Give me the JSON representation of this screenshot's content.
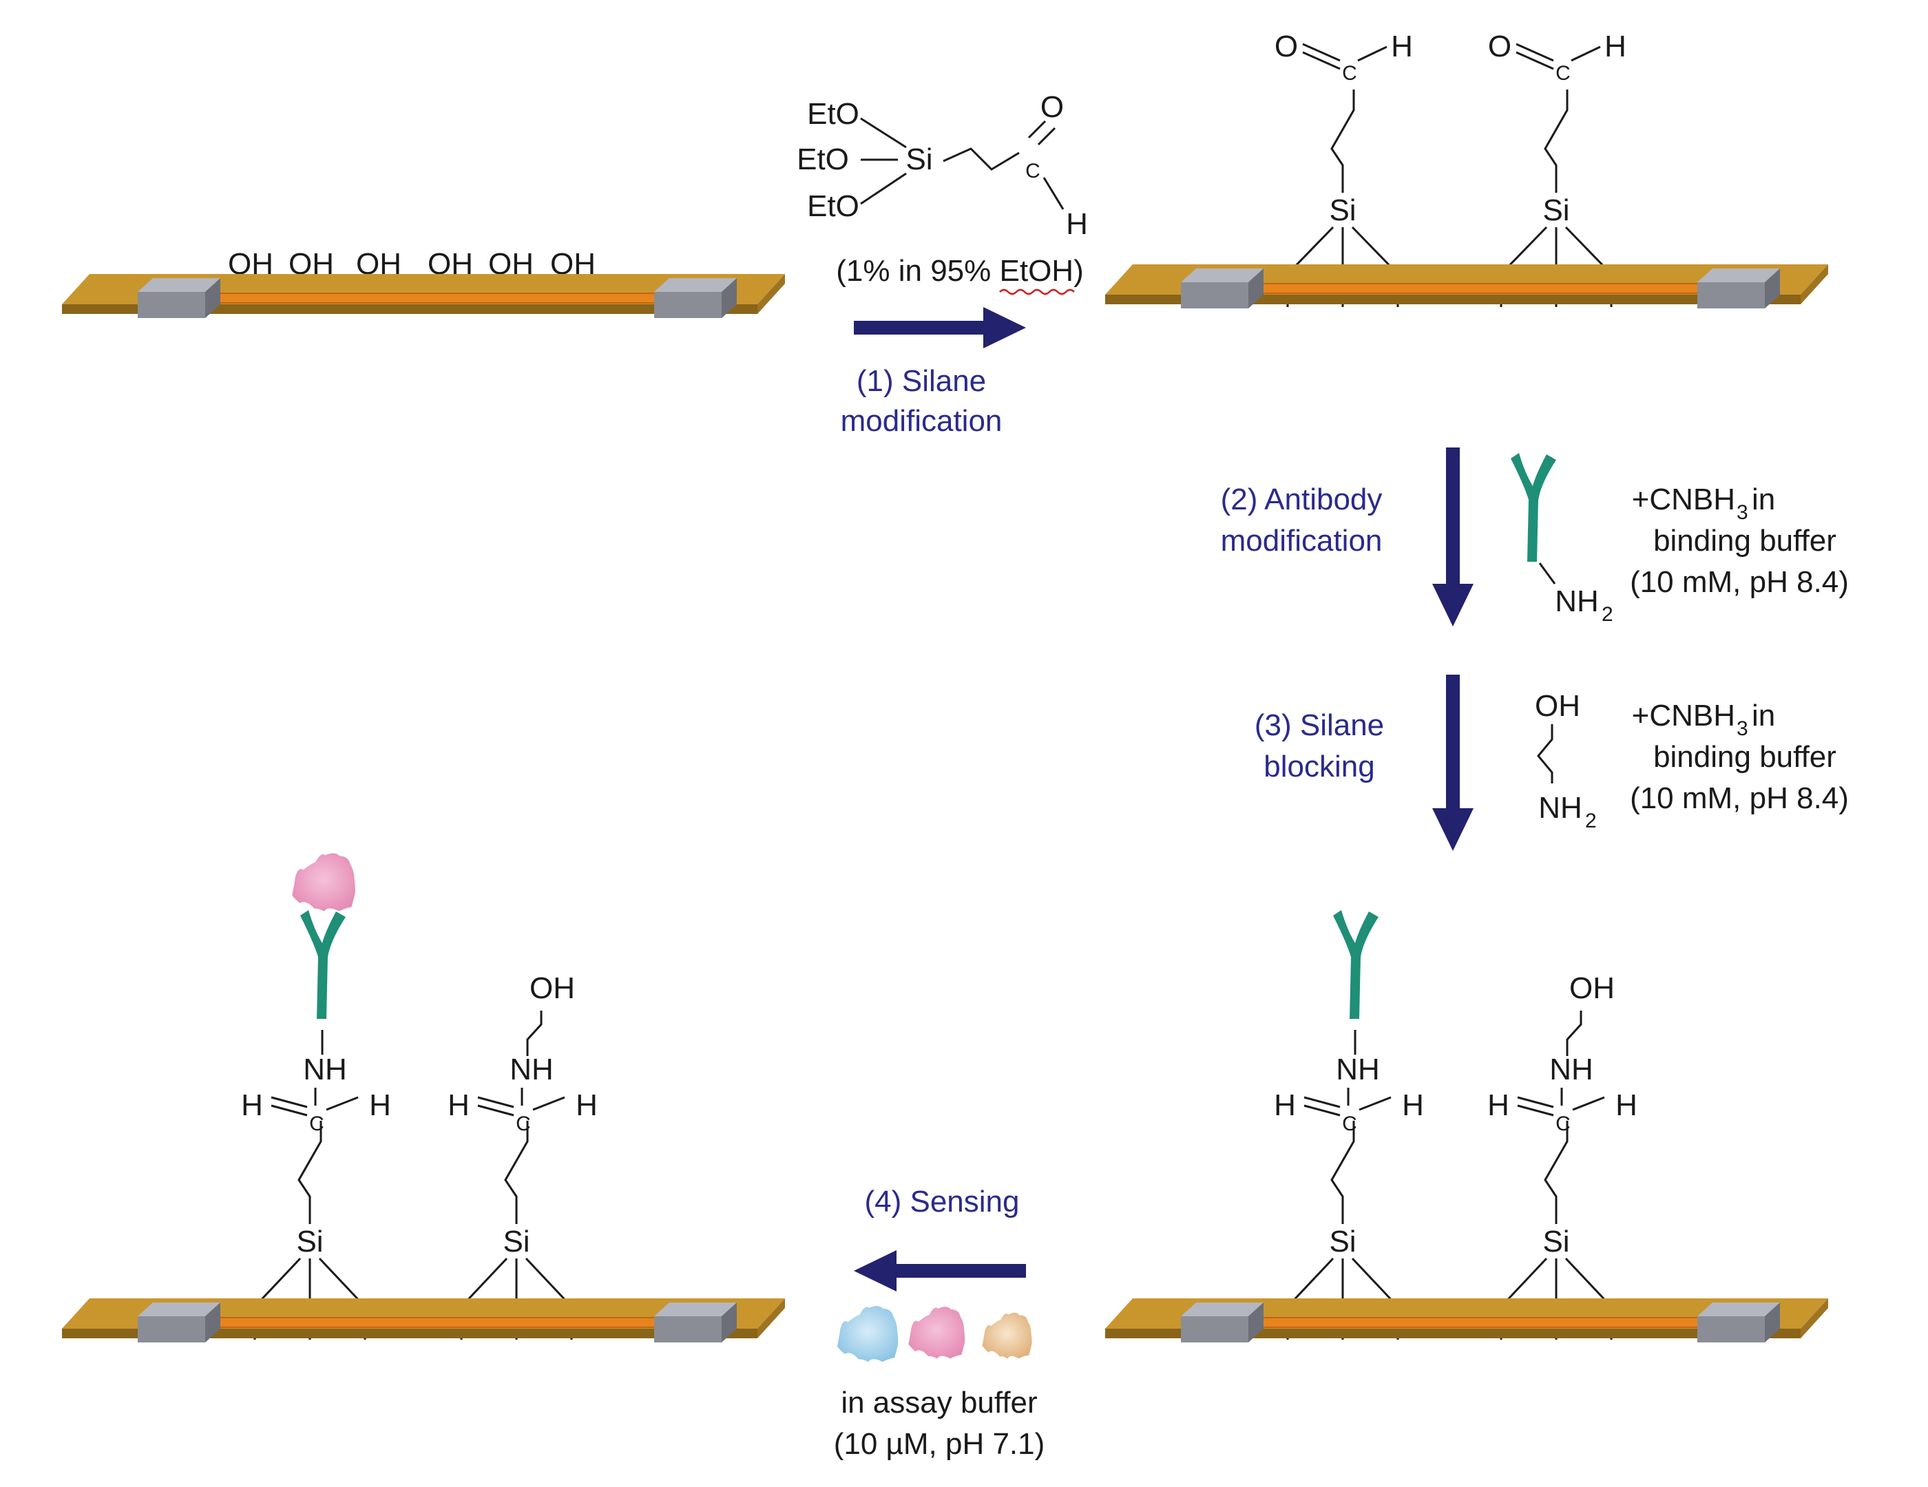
{
  "labels": {
    "oh": "OH",
    "si": "Si",
    "eto": "EtO",
    "o": "O",
    "c": "C",
    "h": "H",
    "nh": "NH",
    "nh2_n": "NH",
    "sub2": "2",
    "sub3": "3"
  },
  "silane_conc": "(1% in 95% EtOH)",
  "steps": {
    "step1_line1": "(1) Silane",
    "step1_line2": "modification",
    "step2_line1": "(2) Antibody",
    "step2_line2": "modification",
    "step3_line1": "(3) Silane",
    "step3_line2": "blocking",
    "step4": "(4) Sensing"
  },
  "reagent": {
    "cnbh_prefix": "+CNBH",
    "cnbh_suffix": " in",
    "binding_buffer": "binding buffer",
    "binding_conditions": "(10 mM, pH 8.4)"
  },
  "assay": {
    "line1": "in assay buffer",
    "line2": "(10 µM, pH 7.1)"
  },
  "colors": {
    "substrate": "#c9962e",
    "substrate_side": "#8a6418",
    "electrode": "#8a8d96",
    "nanowire": "#e8841e",
    "antibody": "#1f8f77",
    "arrow": "#22226e",
    "antigen_pink": "#e58bb4",
    "antigen_blue": "#8cc4e4",
    "antigen_tan": "#e9c497"
  }
}
